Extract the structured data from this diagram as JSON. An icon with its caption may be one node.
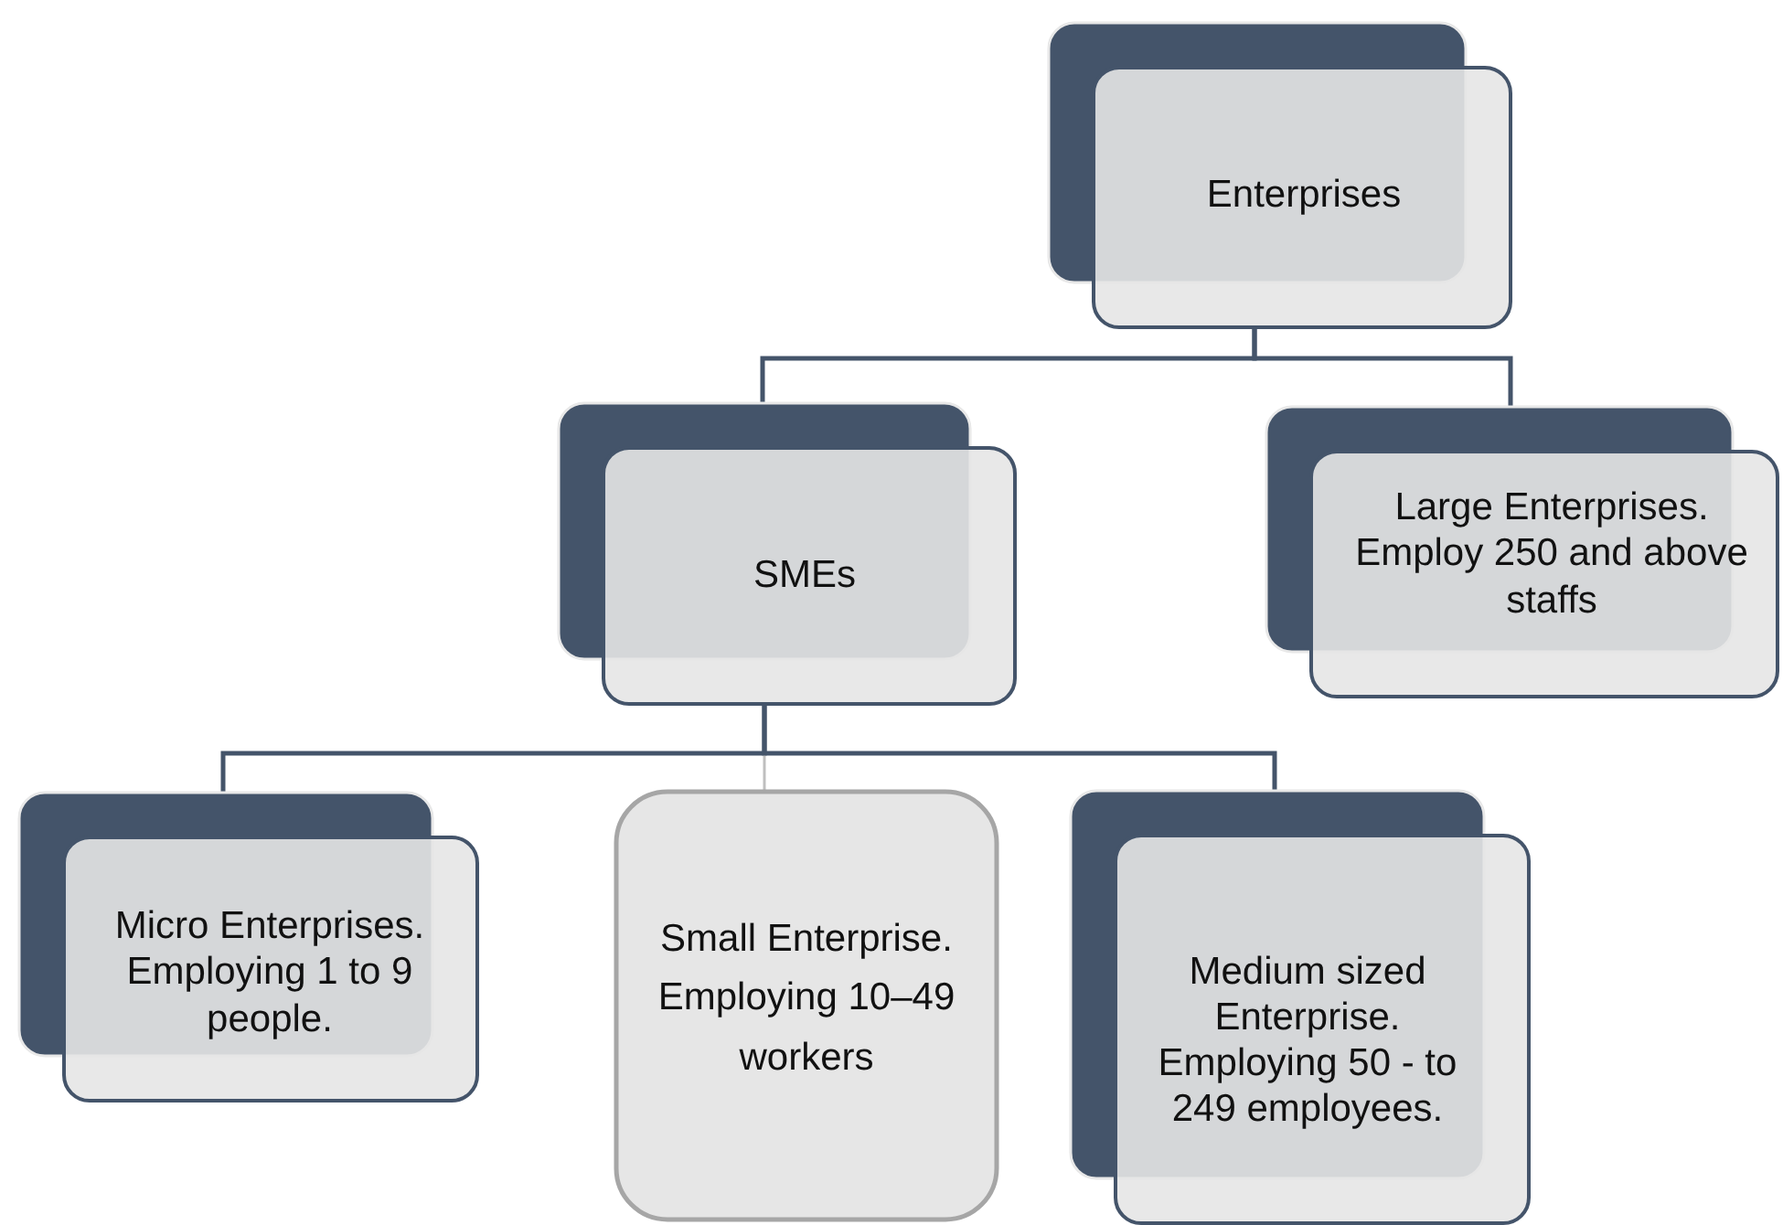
{
  "diagram": {
    "nodes": [
      {
        "text": [
          "Enterprises"
        ]
      },
      {
        "text": [
          "SMEs"
        ]
      },
      {
        "text": [
          "Large Enterprises. Employ 250 and above staffs"
        ]
      },
      {
        "text": [
          "Micro Enterprises. Employing 1 to 9 people."
        ]
      },
      {
        "text": [
          "Small Enterprise. Employing 10–49 workers"
        ]
      },
      {
        "text": [
          "Medium sized Enterprise. Employing 50 - to 249 employees."
        ]
      }
    ],
    "edges": [
      {
        "from": 0,
        "to": 1,
        "arrow": "none"
      },
      {
        "from": 0,
        "to": 2,
        "arrow": "none"
      },
      {
        "from": 1,
        "to": 3,
        "arrow": "none"
      },
      {
        "from": 1,
        "to": 4,
        "arrow": "none",
        "color": "#bfbfbf"
      },
      {
        "from": 1,
        "to": 5,
        "arrow": "none"
      }
    ]
  }
}
